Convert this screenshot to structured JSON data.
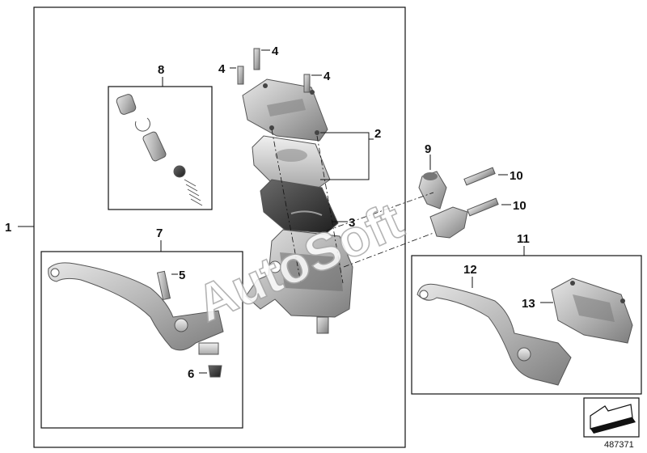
{
  "callouts": {
    "p1": "1",
    "p2": "2",
    "p3": "3",
    "p4a": "4",
    "p4b": "4",
    "p4c": "4",
    "p5": "5",
    "p6": "6",
    "p7": "7",
    "p8": "8",
    "p9": "9",
    "p10a": "10",
    "p10b": "10",
    "p11": "11",
    "p12": "12",
    "p13": "13"
  },
  "watermark": "AutoSoft",
  "reference_number": "487371",
  "colors": {
    "line": "#111111",
    "part_light": "#c9c9c9",
    "part_mid": "#9a9a9a",
    "part_dark": "#3a3a3a"
  }
}
